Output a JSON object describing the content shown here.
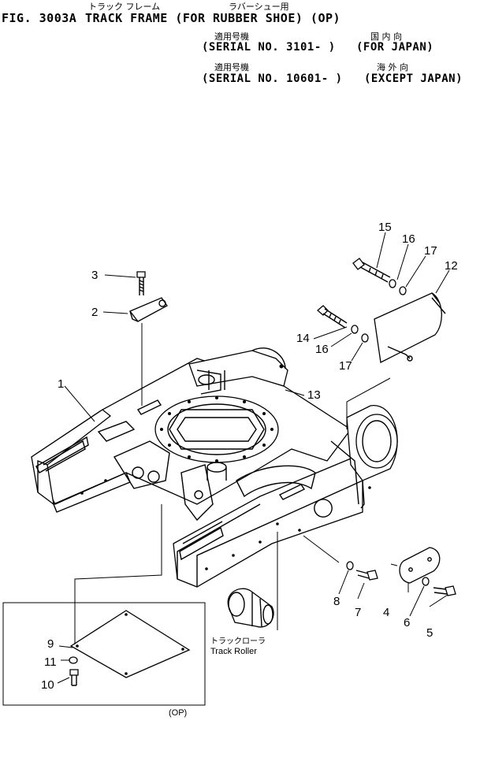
{
  "header": {
    "fig": "FIG. 3003A",
    "title": "TRACK  FRAME  (FOR RUBBER SHOE)  (OP)",
    "title_jp_left": "トラック フレーム",
    "title_jp_right": "ラバーシュー用",
    "serial_jp_1": "適用号機",
    "serial_1": "(SERIAL NO. 3101- )",
    "region_jp_1": "国 内 向",
    "region_1": "(FOR JAPAN)",
    "serial_jp_2": "適用号機",
    "serial_2": "(SERIAL NO. 10601- )",
    "region_jp_2": "海 外 向",
    "region_2": "(EXCEPT JAPAN)"
  },
  "callouts": [
    "1",
    "2",
    "3",
    "4",
    "5",
    "6",
    "7",
    "8",
    "9",
    "10",
    "11",
    "12",
    "13",
    "14",
    "15",
    "16",
    "16",
    "17",
    "17"
  ],
  "track_roller_jp": "トラックローラ",
  "track_roller": "Track Roller",
  "op_label": "(OP)"
}
